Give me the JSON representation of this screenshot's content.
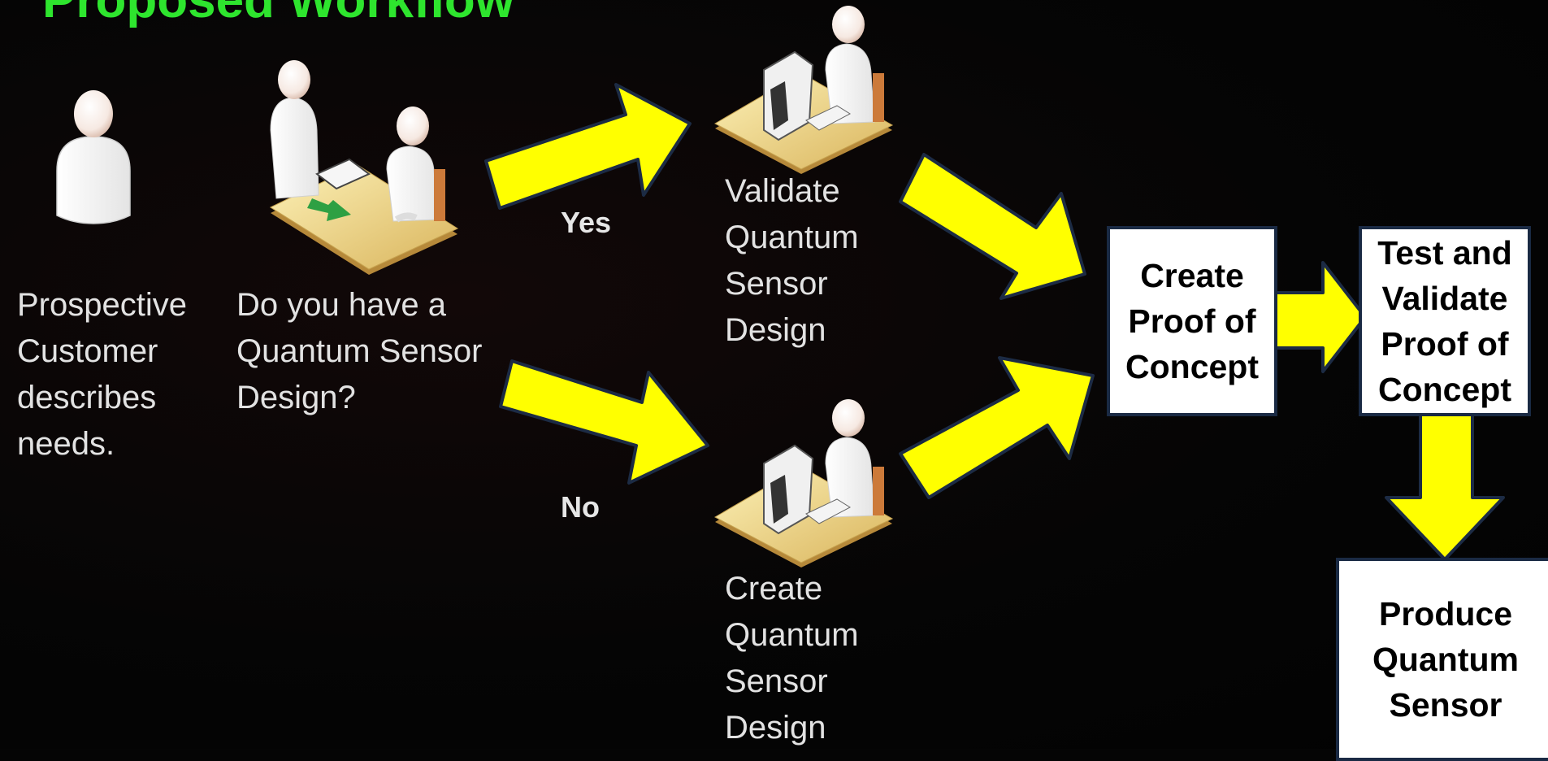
{
  "header": {
    "title": "Proposed Workflow"
  },
  "labels": {
    "customer": "Prospective\nCustomer\ndescribes\nneeds.",
    "question": "Do you have a\nQuantum Sensor\nDesign?",
    "validate": "Validate\nQuantum\nSensor\nDesign",
    "create_design": "Create\nQuantum\nSensor\nDesign",
    "yes": "Yes",
    "no": "No"
  },
  "boxes": {
    "proof": "Create\nProof of\nConcept",
    "test": "Test and\nValidate\nProof of\nConcept",
    "produce": "Produce\nQuantum\nSensor"
  },
  "colors": {
    "arrow_fill": "#ffff00",
    "arrow_stroke": "#1c2b44",
    "title": "#2ee52e",
    "box_fill": "#ffffff",
    "box_border": "#1a2a44",
    "accent_arrow": "#2ea043"
  },
  "icons": [
    "person-icon",
    "meeting-desk-icon",
    "workstation-icon",
    "workstation-icon"
  ]
}
